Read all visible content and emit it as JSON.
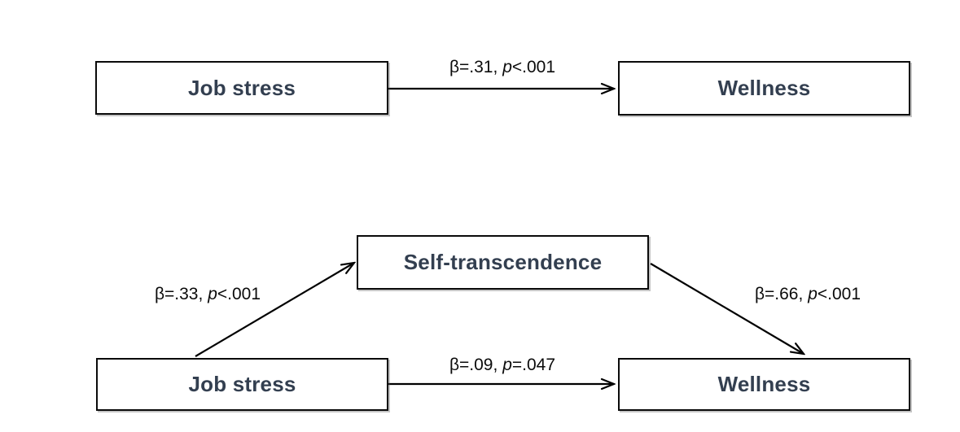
{
  "diagram": {
    "kind": "mediation-path-model",
    "colors": {
      "background": "#ffffff",
      "box_border": "#0a0a0a",
      "box_label": "#333F50",
      "path_label": "#0b0b0b",
      "arrow": "#000000"
    },
    "models": [
      {
        "name": "total-effect-model",
        "boxes": [
          {
            "id": "job-stress",
            "label": "Job stress"
          },
          {
            "id": "wellness",
            "label": "Wellness"
          }
        ],
        "paths": [
          {
            "from": "job-stress",
            "to": "wellness",
            "coef": "β=.31,",
            "pvar": "p",
            "pval": "<.001"
          }
        ]
      },
      {
        "name": "mediation-model",
        "boxes": [
          {
            "id": "job-stress",
            "label": "Job stress"
          },
          {
            "id": "self-transcendence",
            "label": "Self-transcendence"
          },
          {
            "id": "wellness",
            "label": "Wellness"
          }
        ],
        "paths": [
          {
            "from": "job-stress",
            "to": "self-transcendence",
            "coef": "β=.33,",
            "pvar": "p",
            "pval": "<.001"
          },
          {
            "from": "self-transcendence",
            "to": "wellness",
            "coef": "β=.66,",
            "pvar": "p",
            "pval": "<.001"
          },
          {
            "from": "job-stress",
            "to": "wellness",
            "coef": "β=.09,",
            "pvar": "p",
            "pval": "=.047"
          }
        ]
      }
    ]
  }
}
